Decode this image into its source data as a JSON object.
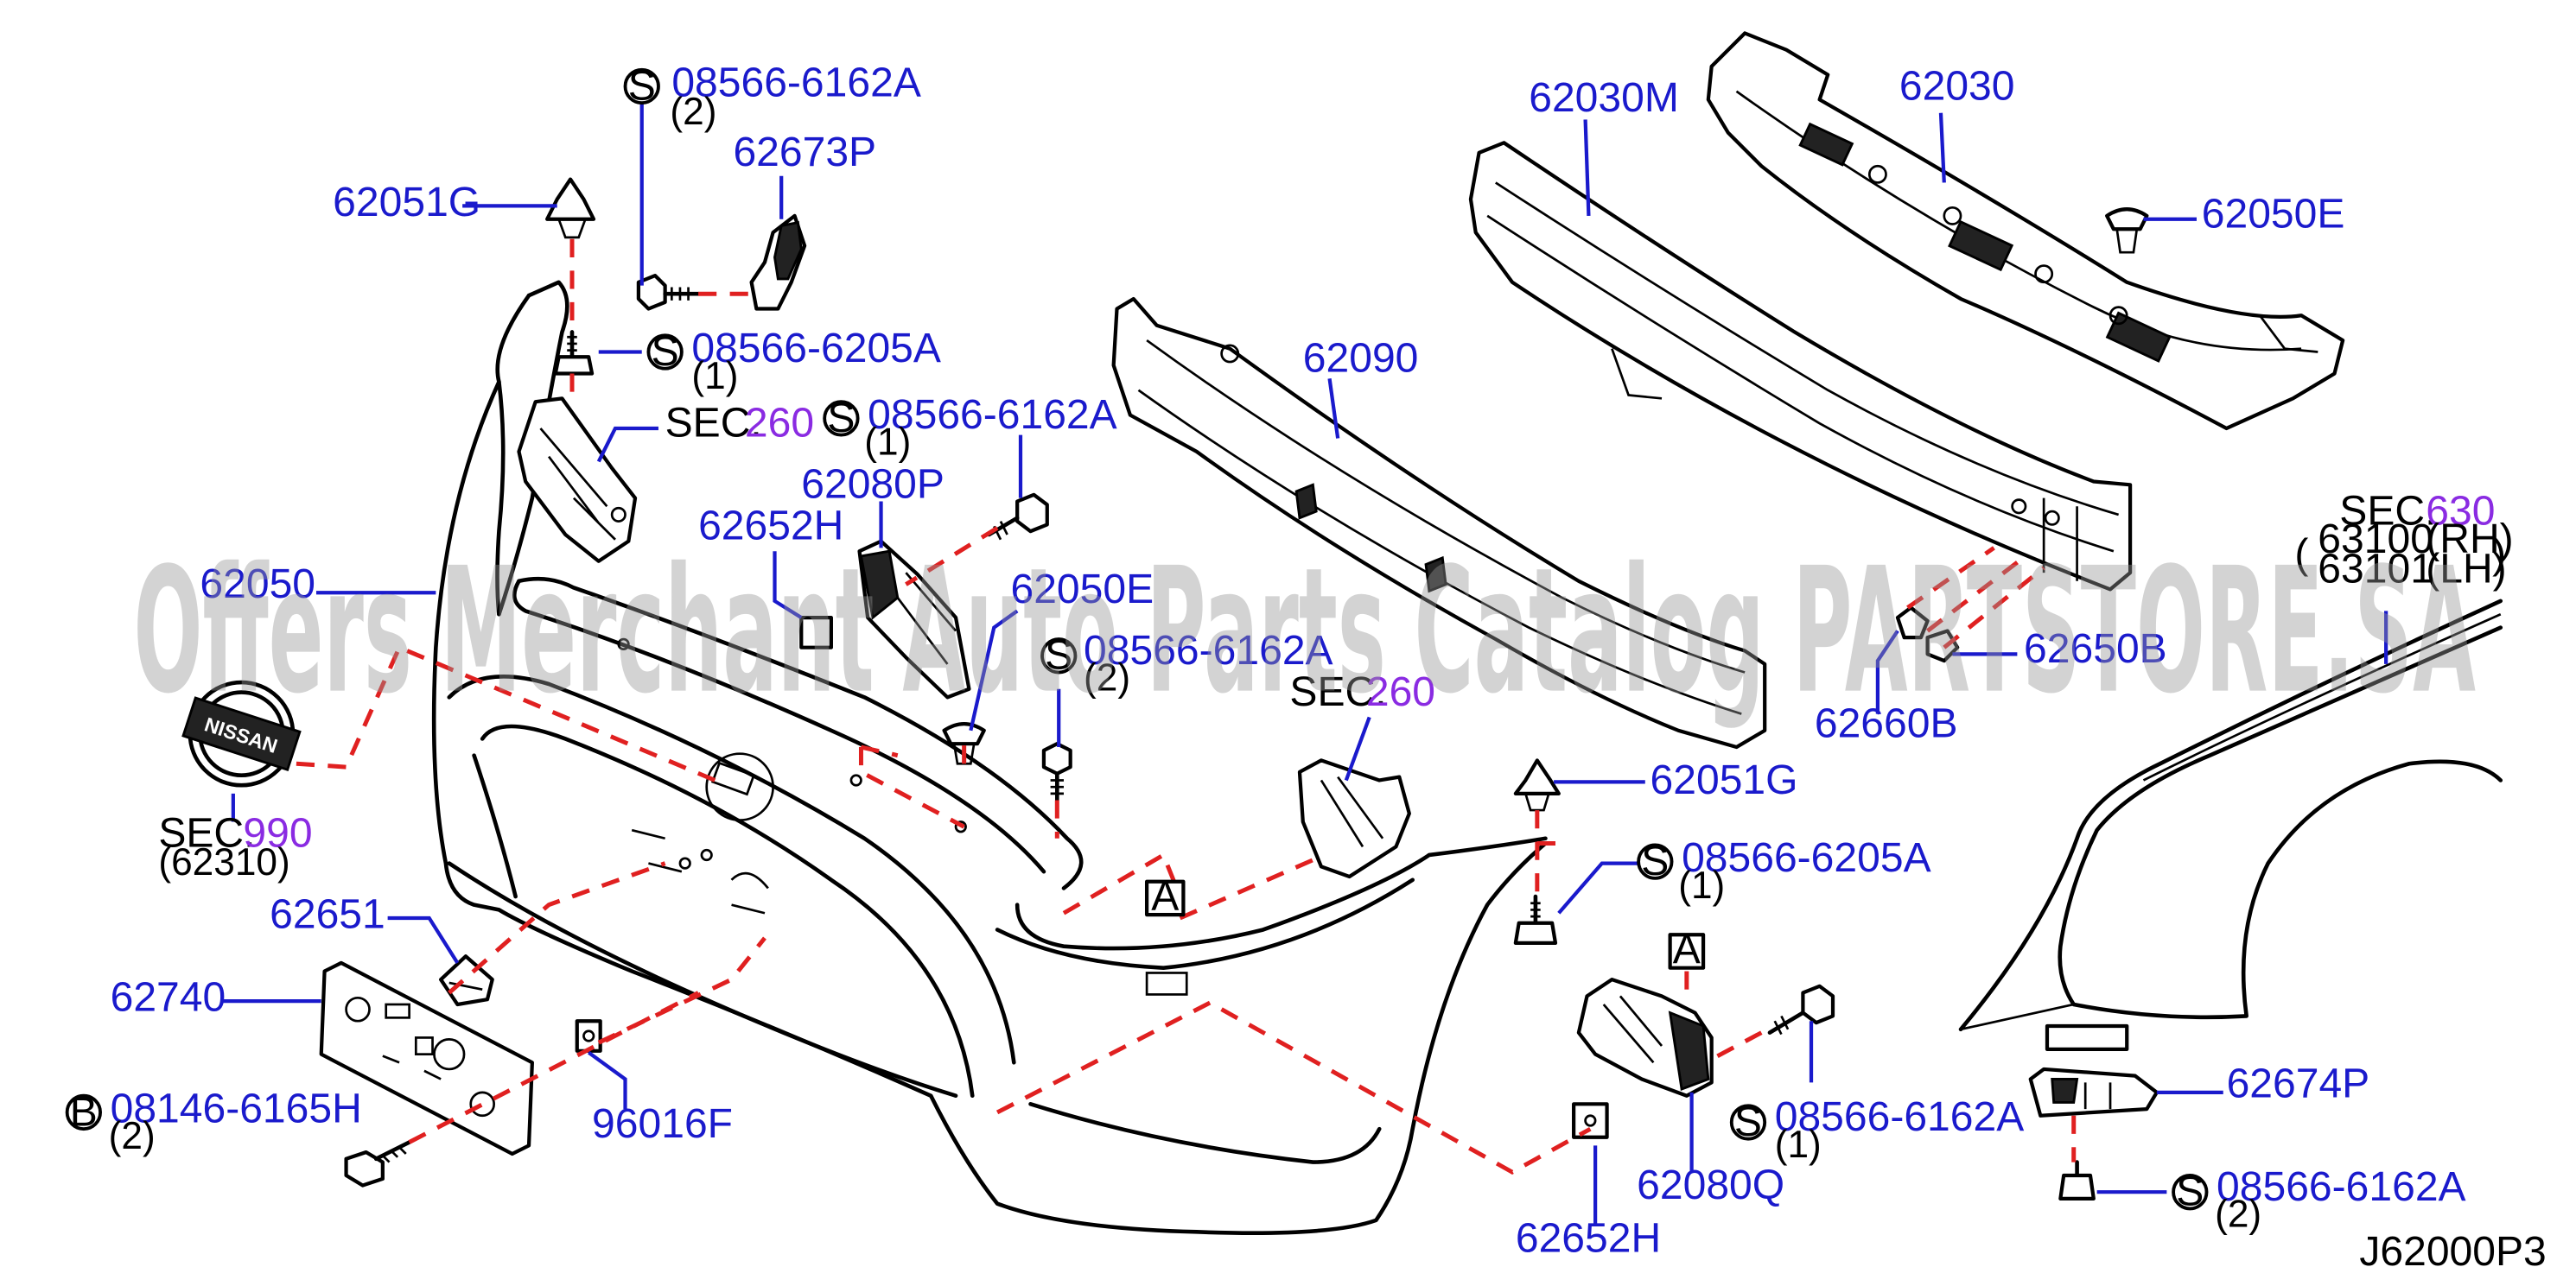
{
  "watermark": "Offers Merchant Auto Parts Catalog PARTSTORE.SA",
  "diagram_code": "J62000P3",
  "symbols": {
    "s": "S",
    "b": "B",
    "a": "A"
  },
  "parts": {
    "p62051G_top": "62051G",
    "p08566_6162A_top": "08566-6162A",
    "p08566_6162A_top_qty": "(2)",
    "p62673P": "62673P",
    "p08566_6205A_left": "08566-6205A",
    "p08566_6205A_left_qty": "(1)",
    "sec260_left": "SEC.",
    "sec260_left_num": "260",
    "p08566_6162A_mid": "08566-6162A",
    "p08566_6162A_mid_qty": "(1)",
    "p62080P": "62080P",
    "p62652H_left": "62652H",
    "p62050": "62050",
    "p62050E_mid": "62050E",
    "p08566_6162A_low": "08566-6162A",
    "p08566_6162A_low_qty": "(2)",
    "sec990": "SEC.",
    "sec990_num": "990",
    "sec990_sub": "(62310)",
    "p62651": "62651",
    "p62740": "62740",
    "p08146_6165H": "08146-6165H",
    "p08146_6165H_qty": "(2)",
    "p96016F": "96016F",
    "p62090": "62090",
    "sec260_mid": "SEC.",
    "sec260_mid_num": "260",
    "p62030M": "62030M",
    "p62030": "62030",
    "p62050E_right": "62050E",
    "p62660B": "62660B",
    "p62650B": "62650B",
    "p62051G_right": "62051G",
    "p08566_6205A_right": "08566-6205A",
    "p08566_6205A_right_qty": "(1)",
    "p08566_6162A_right": "08566-6162A",
    "p08566_6162A_right_qty": "(1)",
    "p62080Q": "62080Q",
    "p62652H_right": "62652H",
    "sec630": "SEC.",
    "sec630_num": "630",
    "p63100": "63100",
    "p63100_side": "(RH)",
    "p63101": "63101",
    "p63101_side": "(LH)",
    "p62674P": "62674P",
    "p08566_6162A_br": "08566-6162A",
    "p08566_6162A_br_qty": "(2)"
  },
  "colors": {
    "part_number": "#1a1acc",
    "section_number": "#8a2be2",
    "dashed_leader": "#e02020"
  }
}
